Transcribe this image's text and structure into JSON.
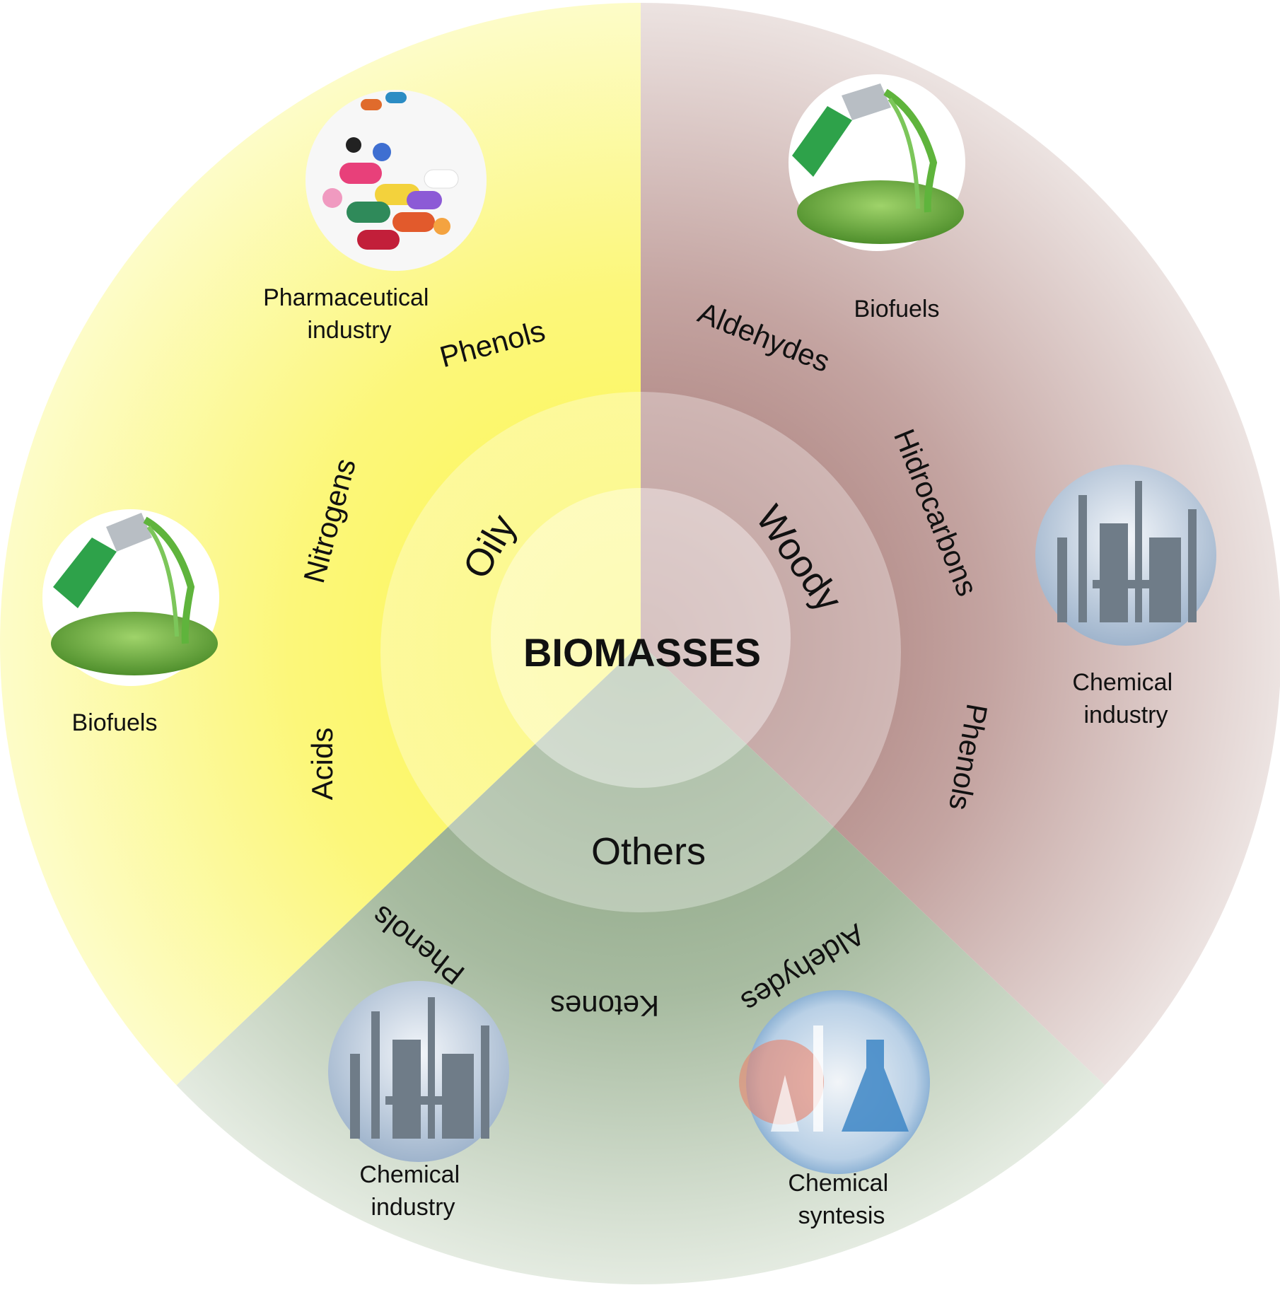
{
  "center_label": "BIOMASSES",
  "sectors": {
    "oily": {
      "label": "Oily",
      "color": "#fbf75e",
      "compounds": [
        "Phenols",
        "Nitrogens",
        "Acids"
      ],
      "applications": [
        {
          "line1": "Pharmaceutical",
          "line2": "industry",
          "icon": "pills-image"
        },
        {
          "line1": "Biofuels",
          "line2": "",
          "icon": "fuel-nozzle-image"
        }
      ]
    },
    "woody": {
      "label": "Woody",
      "color": "#b08a86",
      "compounds": [
        "Aldehydes",
        "Hidrocarbons",
        "Phenols"
      ],
      "applications": [
        {
          "line1": "Biofuels",
          "line2": "",
          "icon": "fuel-nozzle-image"
        },
        {
          "line1": "Chemical",
          "line2": "industry",
          "icon": "refinery-image"
        }
      ]
    },
    "others": {
      "label": "Others",
      "color": "#8ea585",
      "compounds": [
        "Phenols",
        "Ketones",
        "Aldehydes"
      ],
      "applications": [
        {
          "line1": "Chemical",
          "line2": "industry",
          "icon": "refinery-image"
        },
        {
          "line1": "Chemical",
          "line2": "syntesis",
          "icon": "laboratory-glassware-image"
        }
      ]
    }
  }
}
